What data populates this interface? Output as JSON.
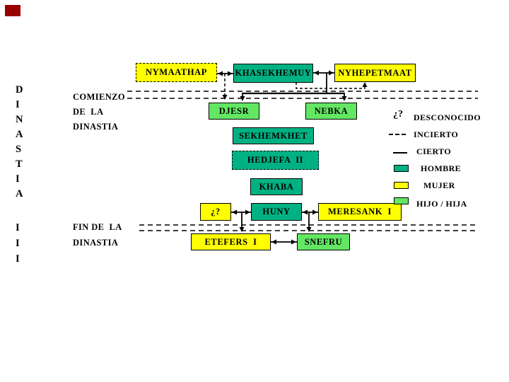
{
  "corner_mark": {
    "color": "#990000"
  },
  "colors": {
    "man": "#00B183",
    "woman": "#FFFF00",
    "child": "#63E763",
    "line": "#000000"
  },
  "left_column": {
    "dynasty_letters": [
      "D",
      "I",
      "N",
      "A",
      "S",
      "T",
      "I",
      "A"
    ],
    "numeral_letters": [
      "I",
      "I",
      "I"
    ],
    "start_label_1": "COMIENZO",
    "start_label_2": "DE  LA",
    "start_label_3": "DINASTIA",
    "end_label_1": "FIN DE  LA",
    "end_label_2": "DINASTIA"
  },
  "nodes": {
    "nymaathap": {
      "label": "NYMAATHAP",
      "type": "woman",
      "border": "dashed"
    },
    "khasekhemuy": {
      "label": "KHASEKHEMUY",
      "type": "man",
      "border": "solid"
    },
    "nyhepetmaat": {
      "label": "NYHEPETMAAT",
      "type": "woman",
      "border": "solid"
    },
    "djesr": {
      "label": "DJESR",
      "type": "child",
      "border": "solid"
    },
    "nebka": {
      "label": "NEBKA",
      "type": "child",
      "border": "solid"
    },
    "sekhemkhet": {
      "label": "SEKHEMKHET",
      "type": "man",
      "border": "solid"
    },
    "hedjefa": {
      "label": "HEDJEFA  II",
      "type": "man",
      "border": "dashed"
    },
    "khaba": {
      "label": "KHABA",
      "type": "man",
      "border": "solid"
    },
    "unknown": {
      "label": "¿?",
      "type": "woman",
      "border": "solid"
    },
    "huny": {
      "label": "HUNY",
      "type": "man",
      "border": "solid"
    },
    "meresank": {
      "label": "MERESANK  I",
      "type": "woman",
      "border": "solid"
    },
    "etefers": {
      "label": "ETEFERS  I",
      "type": "woman",
      "border": "solid"
    },
    "snefru": {
      "label": "SNEFRU",
      "type": "child",
      "border": "solid"
    }
  },
  "legend": {
    "unknown_symbol": "¿?",
    "unknown_label": "DESCONOCIDO",
    "uncertain_label": "INCIERTO",
    "certain_label": "CIERTO",
    "man_label": "HOMBRE",
    "woman_label": "MUJER",
    "child_label": "HIJO / HIJA"
  }
}
